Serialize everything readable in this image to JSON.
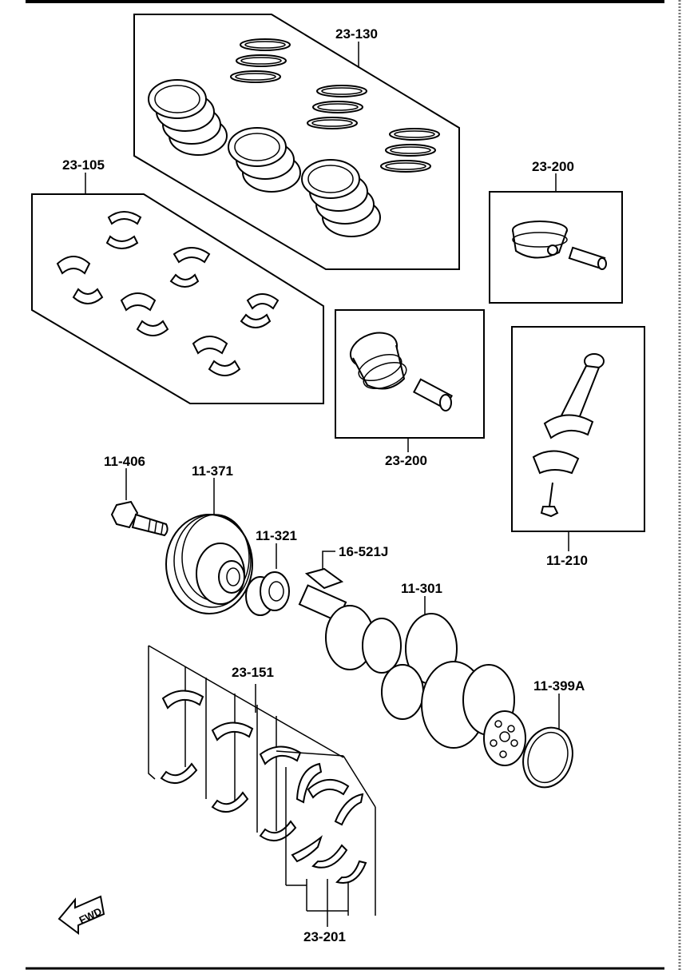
{
  "labels": {
    "rings": "23-130",
    "conrod_bearings": "23-105",
    "piston_a": "23-200",
    "piston_b": "23-200",
    "bolt": "11-406",
    "pulley": "11-371",
    "sprocket": "11-321",
    "key": "16-521J",
    "crankshaft": "11-301",
    "conrod": "11-210",
    "main_bearings": "23-151",
    "oil_seal": "11-399A",
    "thrust_bearings": "23-201"
  },
  "fwd_marker": "FWD",
  "colors": {
    "line": "#000000",
    "background": "#ffffff"
  }
}
